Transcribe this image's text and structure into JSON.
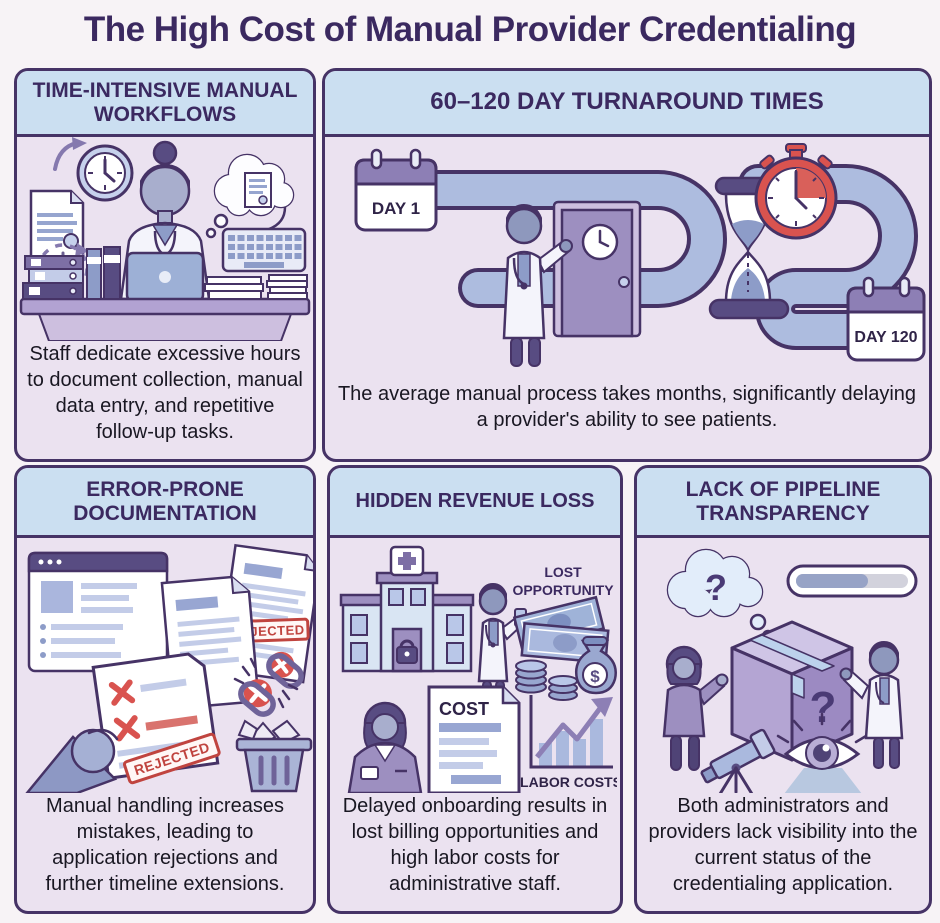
{
  "page": {
    "title": "The High Cost of Manual Provider Credentialing"
  },
  "panels": {
    "workflows": {
      "title": "TIME-INTENSIVE MANUAL WORKFLOWS",
      "body": "Staff dedicate excessive hours to document collection, manual data entry, and repetitive follow-up tasks."
    },
    "turnaround": {
      "title": "60–120 DAY TURNAROUND TIMES",
      "body": "The average manual process takes months, significantly delaying a provider's ability to see patients.",
      "labels": {
        "day1": "DAY 1",
        "day120": "DAY 120"
      }
    },
    "errors": {
      "title": "ERROR-PRONE DOCUMENTATION",
      "body": "Manual handling increases mistakes, leading to application rejections and further timeline extensions.",
      "labels": {
        "rejected": "REJECTED"
      }
    },
    "revenue": {
      "title": "HIDDEN REVENUE LOSS",
      "body": "Delayed onboarding results in lost billing opportunities and high labor costs for administrative staff.",
      "labels": {
        "lost_line1": "LOST",
        "lost_line2": "OPPORTUNITY",
        "cost": "COST",
        "labor_costs": "LABOR COSTS",
        "dollar": "$"
      }
    },
    "transparency": {
      "title": "LACK OF PIPELINE TRANSPARENCY",
      "body": "Both administrators and providers lack visibility into the current status of the credentialing application.",
      "labels": {
        "question": "?"
      }
    }
  },
  "colors": {
    "background": "#f7f3f6",
    "outline_ink": "#463366",
    "title_text": "#3b2960",
    "header_bg": "#cbdff1",
    "panel_bg": "#ebe2f0",
    "body_text": "#191722",
    "alert_red": "#d9534f",
    "stamp_red": "#c0443f",
    "ribbon_blue": "#adbcdf",
    "illustration_purple": "#9d8fc0"
  }
}
